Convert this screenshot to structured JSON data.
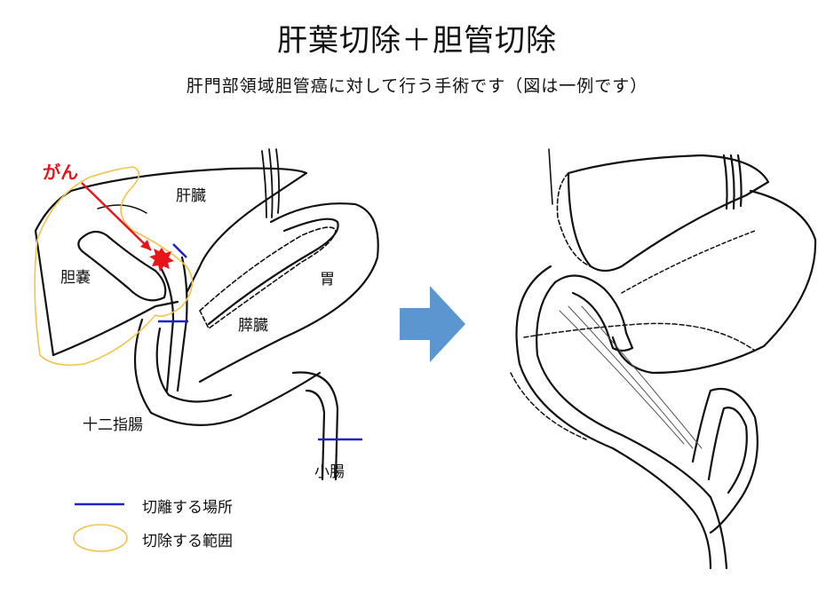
{
  "header": {
    "title": "肝葉切除＋胆管切除",
    "subtitle": "肝門部領域胆管癌に対して行う手術です（図は一例です）"
  },
  "labels": {
    "cancer": "がん",
    "liver": "肝臓",
    "gallbladder": "胆嚢",
    "stomach": "胃",
    "pancreas": "膵臓",
    "duodenum": "十二指腸",
    "small_intestine": "小腸"
  },
  "legend": {
    "cut_point": "切離する場所",
    "resection_area": "切除する範囲"
  },
  "colors": {
    "cut_line": "#1f22c9",
    "resection_outline": "#f2c44e",
    "cancer": "#e8141b",
    "arrow": "#5b96d1"
  }
}
